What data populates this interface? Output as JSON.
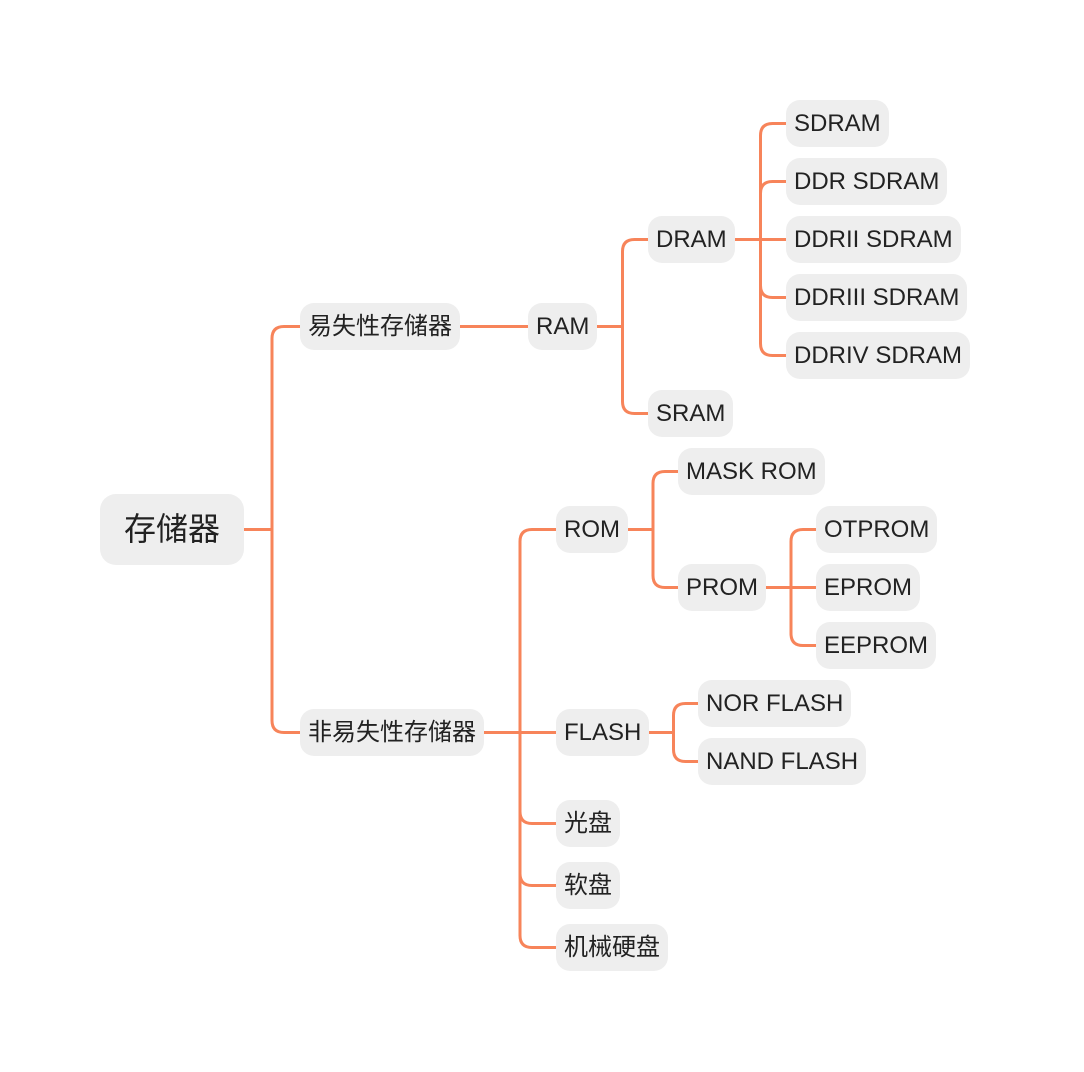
{
  "root": "存储器",
  "line_color": "#f7845a",
  "node_bg": "#eeeeee",
  "volatile": {
    "label": "易失性存储器",
    "ram": {
      "label": "RAM",
      "dram": {
        "label": "DRAM",
        "children": [
          "SDRAM",
          "DDR SDRAM",
          "DDRII SDRAM",
          "DDRIII SDRAM",
          "DDRIV SDRAM"
        ]
      },
      "sram": "SRAM"
    }
  },
  "nonvolatile": {
    "label": "非易失性存储器",
    "rom": {
      "label": "ROM",
      "mask_rom": "MASK ROM",
      "prom": {
        "label": "PROM",
        "children": [
          "OTPROM",
          "EPROM",
          "EEPROM"
        ]
      }
    },
    "flash": {
      "label": "FLASH",
      "children": [
        "NOR FLASH",
        "NAND FLASH"
      ]
    },
    "others": [
      "光盘",
      "软盘",
      "机械硬盘"
    ]
  }
}
